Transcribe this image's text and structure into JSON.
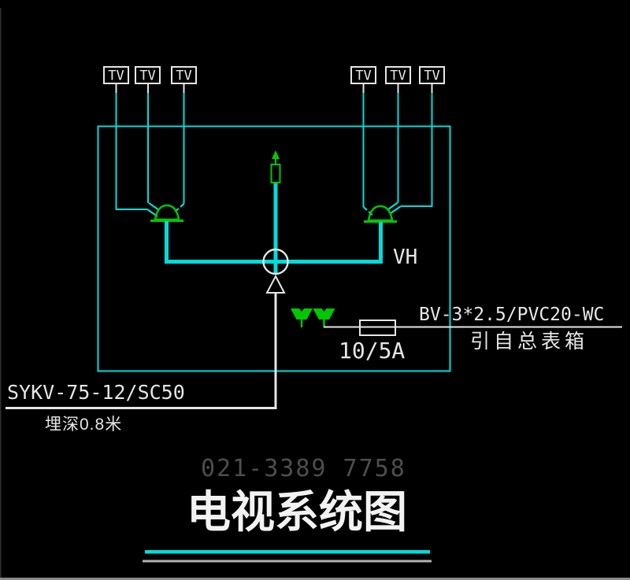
{
  "drawing": {
    "labels": {
      "tv": "TV",
      "vh": "VH",
      "fuse_rating": "10/5A",
      "cable_spec": "SYKV-75-12/SC50",
      "bury_depth": "埋深0.8米",
      "power_spec": "BV-3*2.5/PVC20-WC",
      "power_source": "引自总表箱"
    },
    "footer": {
      "phone": "021-3389 7758",
      "title": "电视系统图"
    },
    "colors": {
      "background": "#000000",
      "line_cyan": "#00dcdc",
      "symbol_green": "#00c800",
      "line_white": "#e6e6e6",
      "phone_gray": "#4d4d4d",
      "underline_gray": "#b0b0b0",
      "window_edge_gray": "#8a8a8a"
    }
  }
}
